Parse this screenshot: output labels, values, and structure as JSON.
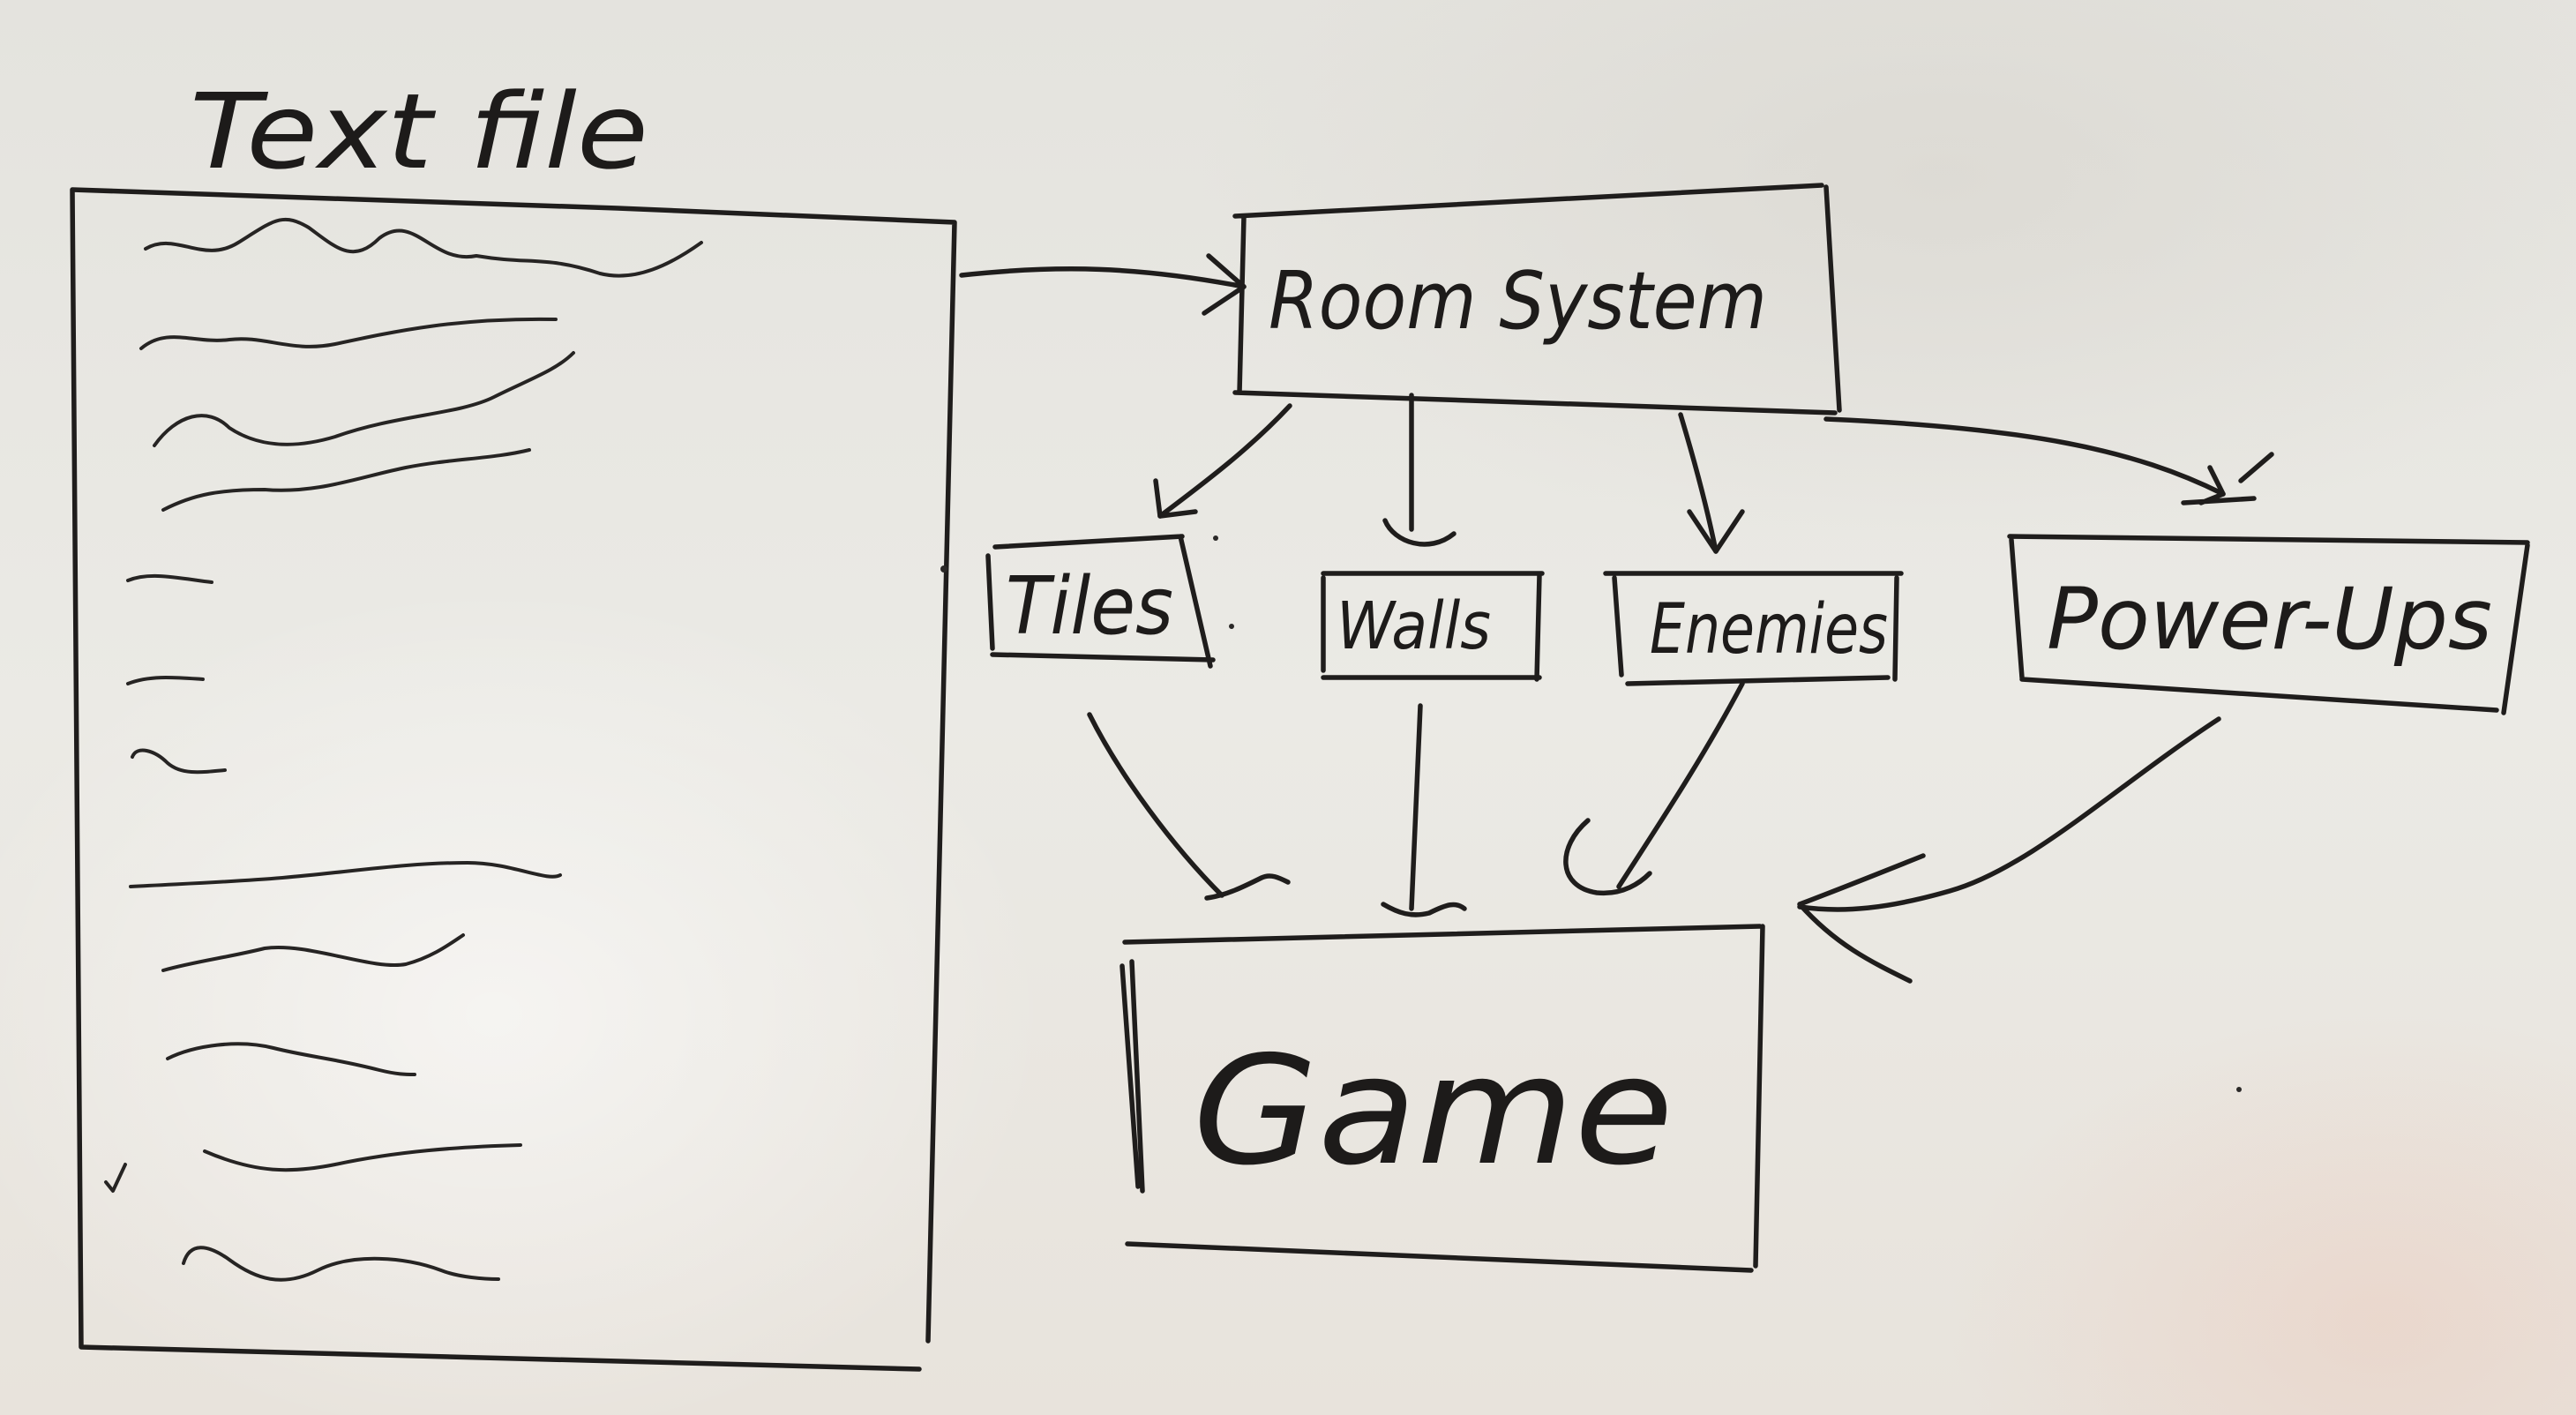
{
  "diagram": {
    "source_box": {
      "title": "Text file"
    },
    "nodes": {
      "room_system": "Room System",
      "tiles": "Tiles",
      "walls": "Walls",
      "enemies": "Enemies",
      "power_ups": "Power-Ups",
      "game": "Game"
    }
  }
}
